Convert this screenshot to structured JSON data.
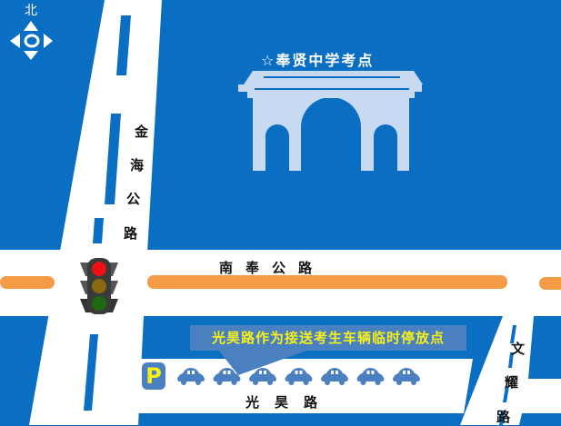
{
  "compass": {
    "north_label": "北"
  },
  "venue": {
    "title": "☆奉贤中学考点"
  },
  "roads": {
    "jinhai": [
      "金",
      "海",
      "公",
      "路"
    ],
    "nanfeng": "南奉公路",
    "guanghao": "光昊路",
    "wenyao": [
      "文",
      "耀",
      "路"
    ]
  },
  "callout": {
    "text": "光昊路作为接送考生车辆临时停放点"
  },
  "parking": {
    "label": "P",
    "car_count": 7
  },
  "colors": {
    "background": "#0a6fc3",
    "road": "#ffffff",
    "median": "#f59a45",
    "callout": "#4a7fc0",
    "callout_text": "#f5f01a",
    "building": "#c8daf2"
  }
}
